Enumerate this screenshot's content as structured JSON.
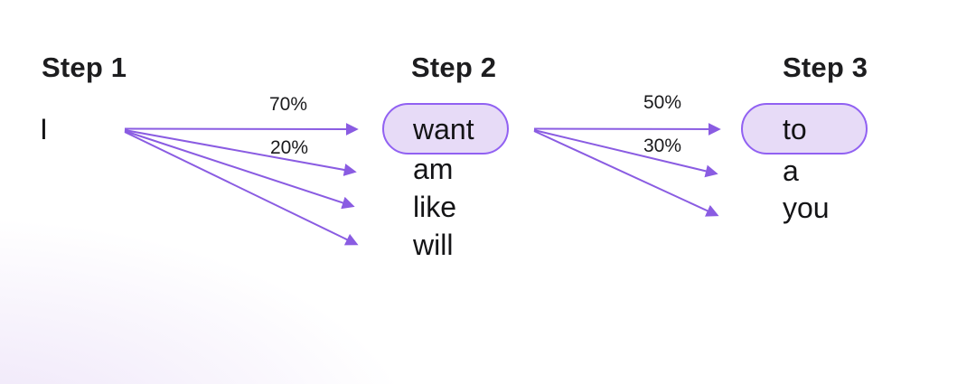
{
  "colors": {
    "accent": "#8a5ce2",
    "pill_fill": "#e7dbf7",
    "pill_border": "#9161f2",
    "heading_text": "#1d1d1f",
    "token_text": "#141416",
    "label_text": "#1a1a1c",
    "glow": "#ece2f8"
  },
  "steps": [
    {
      "label": "Step 1",
      "tokens": [
        {
          "text": "I",
          "selected": false
        }
      ]
    },
    {
      "label": "Step 2",
      "tokens": [
        {
          "text": "want",
          "selected": true,
          "probability": "70%"
        },
        {
          "text": "am",
          "selected": false,
          "probability": "20%"
        },
        {
          "text": "like",
          "selected": false
        },
        {
          "text": "will",
          "selected": false
        }
      ]
    },
    {
      "label": "Step 3",
      "tokens": [
        {
          "text": "to",
          "selected": true,
          "probability": "50%"
        },
        {
          "text": "a",
          "selected": false,
          "probability": "30%"
        },
        {
          "text": "you",
          "selected": false
        }
      ]
    }
  ]
}
